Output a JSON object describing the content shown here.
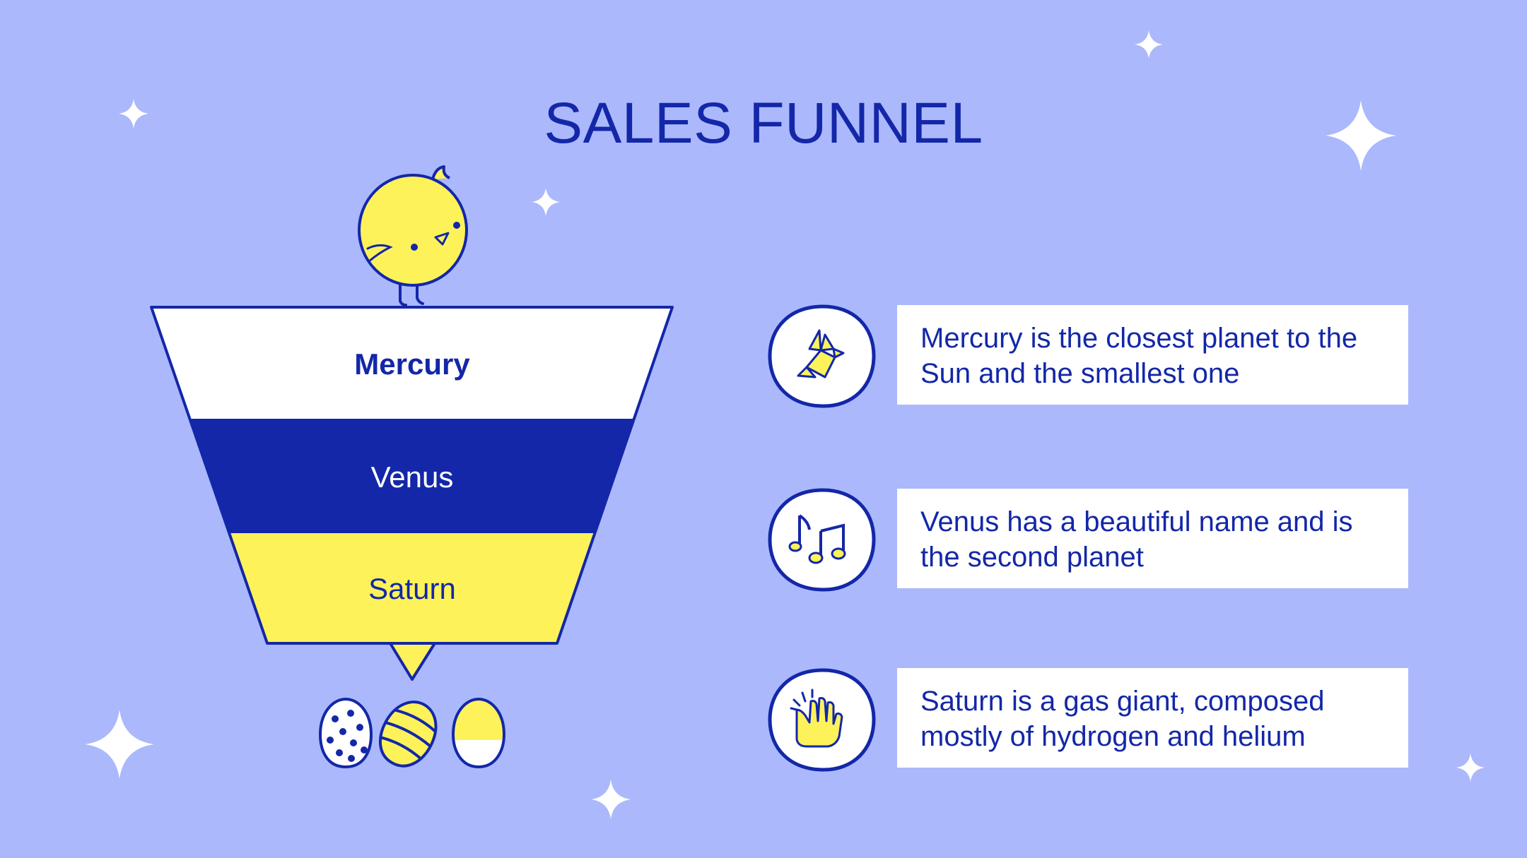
{
  "slide": {
    "title": "SALES FUNNEL",
    "colors": {
      "background": "#abb8fc",
      "primary_blue": "#1327a8",
      "yellow": "#fef25a",
      "white": "#ffffff"
    }
  },
  "funnel": {
    "stages": [
      {
        "label": "Mercury",
        "fill": "#ffffff",
        "text_color": "#1327a8"
      },
      {
        "label": "Venus",
        "fill": "#1327a8",
        "text_color": "#ffffff"
      },
      {
        "label": "Saturn",
        "fill": "#fef25a",
        "text_color": "#1327a8"
      }
    ],
    "decorations": [
      "chick-illustration",
      "dotted-egg",
      "striped-egg",
      "half-yellow-egg"
    ]
  },
  "items": [
    {
      "icon": "origami-bird-icon",
      "text": "Mercury is the closest planet to the Sun and the smallest one"
    },
    {
      "icon": "music-notes-icon",
      "text": "Venus has a beautiful name and is the second planet"
    },
    {
      "icon": "hand-gesture-icon",
      "text": "Saturn is a gas giant, composed mostly of hydrogen and helium"
    }
  ]
}
